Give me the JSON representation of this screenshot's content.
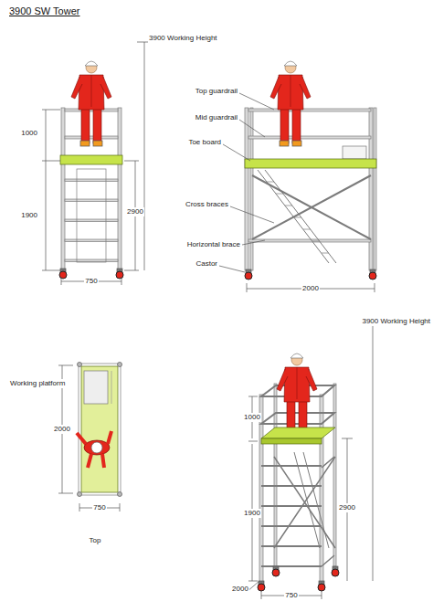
{
  "diagram": {
    "title": "3900 SW Tower",
    "labels": [
      "3900 Working Height",
      "1000",
      "1900",
      "2900",
      "750",
      "Top guardrail",
      "Mid guardrail",
      "Toe board",
      "Cross braces",
      "Horizontal brace",
      "Castor",
      "2000",
      "Working platform",
      "2000",
      "750",
      "Top",
      "3900 Working Height",
      "1000",
      "2900",
      "1900",
      "2000",
      "750"
    ]
  }
}
